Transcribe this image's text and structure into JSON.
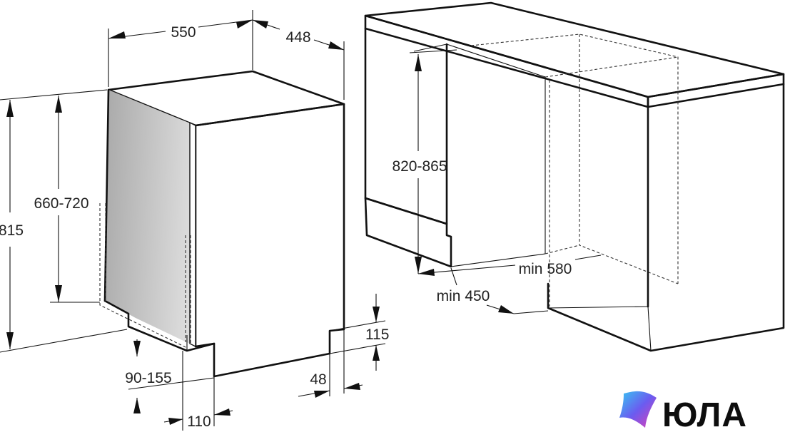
{
  "dimensions": {
    "width": "550",
    "depth": "448",
    "height": "815",
    "door_height": "660-720",
    "plinth_height": "115",
    "plinth_setback": "48",
    "foot_adjust": "90-155",
    "foot_offset": "110",
    "niche_height": "820-865",
    "niche_depth": "min 580",
    "niche_width": "min 450"
  },
  "logo": {
    "text": "ЮЛА"
  },
  "colors": {
    "line": "#111111",
    "panel_dark": "#a9a9a9",
    "panel_light": "#dcdcdc"
  }
}
